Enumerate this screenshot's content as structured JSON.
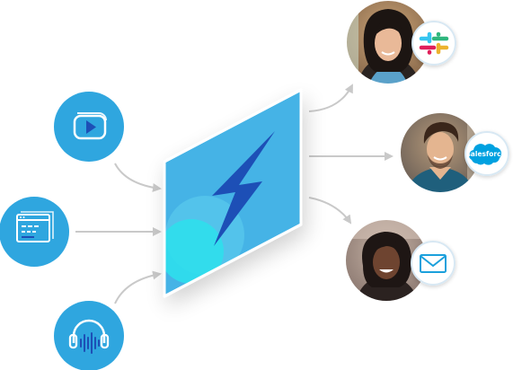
{
  "colors": {
    "input_circle": "#2fa6df",
    "panel_light": "#45b3e6",
    "panel_dark": "#2f9fd6",
    "bolt": "#1d4fb6",
    "glow": "#2de0ec",
    "arrow": "#c9c9c9",
    "badge_border": "#d8e8f3",
    "slack_red": "#e01e5a",
    "slack_green": "#2eb67d",
    "slack_yellow": "#ecb22e",
    "slack_blue": "#36c5f0",
    "salesforce": "#00a1e0",
    "mail": "#1ba0dc"
  },
  "inputs": [
    {
      "name": "video",
      "icon": "video-play-icon"
    },
    {
      "name": "web",
      "icon": "browser-window-icon"
    },
    {
      "name": "audio",
      "icon": "headphones-icon"
    }
  ],
  "hub": {
    "icon": "lightning-bolt-icon"
  },
  "outputs": [
    {
      "name": "slack",
      "icon": "slack-icon",
      "avatar": "person-avatar-1"
    },
    {
      "name": "salesforce",
      "icon": "salesforce-icon",
      "label": "salesforce",
      "avatar": "person-avatar-2"
    },
    {
      "name": "email",
      "icon": "envelope-icon",
      "avatar": "person-avatar-3"
    }
  ]
}
